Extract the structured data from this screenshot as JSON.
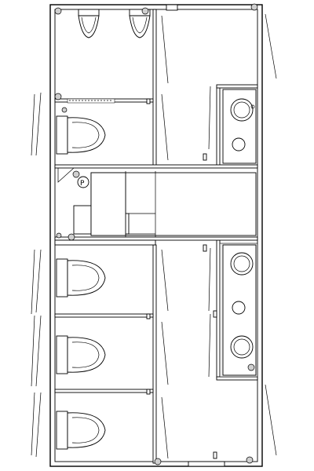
{
  "plan": {
    "title": "",
    "drain_label": "P",
    "rooms": [
      {
        "id": "toilet-top",
        "fixtures": [
          "wall-toilet",
          "wall-toilet"
        ]
      },
      {
        "id": "accessible-stall-top",
        "fixtures": [
          "toilet",
          "grab-bar"
        ]
      },
      {
        "id": "stall-lower-1",
        "fixtures": [
          "toilet"
        ]
      },
      {
        "id": "stall-lower-2",
        "fixtures": [
          "toilet"
        ]
      },
      {
        "id": "stall-lower-3",
        "fixtures": [
          "toilet"
        ]
      },
      {
        "id": "washroom-upper",
        "fixtures": [
          "sink",
          "sink"
        ]
      },
      {
        "id": "washroom-lower",
        "fixtures": [
          "sink",
          "sink",
          "sink"
        ]
      },
      {
        "id": "corridor-service",
        "fixtures": [
          "service-sink",
          "cabinet"
        ]
      }
    ],
    "icons": [
      "toilet-icon",
      "sink-icon",
      "floor-drain-icon",
      "door-icon",
      "window-icon",
      "grab-bar-icon"
    ]
  }
}
